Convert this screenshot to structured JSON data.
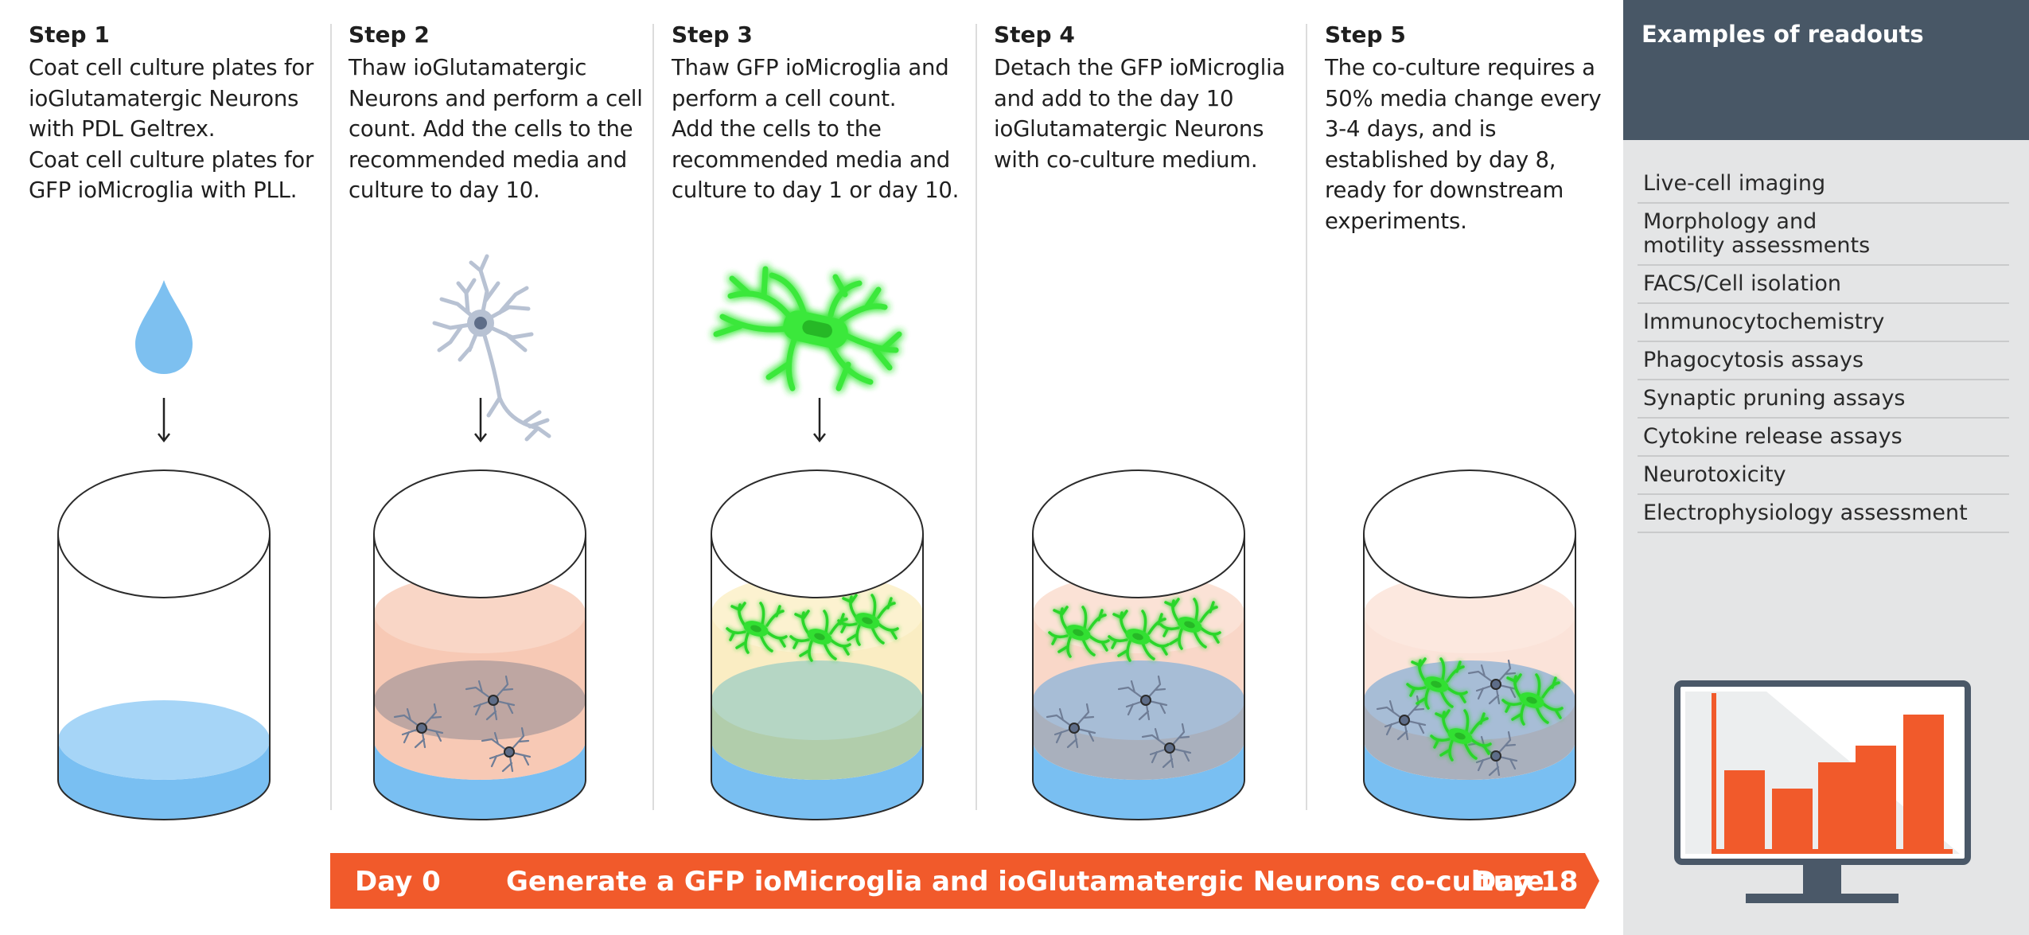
{
  "steps": [
    {
      "title": "Step 1",
      "text": "Coat cell culture plates for\nioGlutamatergic Neurons\nwith PDL Geltrex.\nCoat cell culture plates for\nGFP ioMicroglia with PLL."
    },
    {
      "title": "Step 2",
      "text": "Thaw ioGlutamatergic\nNeurons and perform a cell\ncount. Add the cells to the\nrecommended media and\nculture to day 10."
    },
    {
      "title": "Step 3",
      "text": "Thaw GFP ioMicroglia and\nperform a cell count.\nAdd the cells to the\nrecommended media and\nculture to day 1 or day 10."
    },
    {
      "title": "Step 4",
      "text": "Detach the GFP ioMicroglia\nand add to the day 10\nioGlutamatergic Neurons\nwith co-culture medium."
    },
    {
      "title": "Step 5",
      "text": "The co-culture requires a\n50% media change every\n3-4 days, and is\nestablished by day 8,\nready for downstream\nexperiments."
    }
  ],
  "timeline": {
    "start": "Day 0",
    "label": "Generate a GFP ioMicroglia and ioGlutamatergic Neurons co-culture",
    "end": "Day 18"
  },
  "readouts": {
    "title": "Examples of readouts",
    "items": [
      "Live-cell imaging",
      "Morphology and\nmotility assessments",
      "FACS/Cell isolation",
      "Immunocytochemistry",
      "Phagocytosis assays",
      "Synaptic pruning assays",
      "Cytokine release assays",
      "Neurotoxicity",
      "Electrophysiology assessment"
    ]
  },
  "icons": [
    "droplet-icon",
    "neuron-icon",
    "microglia-icon",
    "arrow-down-icon",
    "monitor-bar-chart-icon"
  ],
  "colors": {
    "accent_orange": "#f15a2b",
    "coating_blue": "#7dc0f0",
    "medium_peach": "#f6c0a8",
    "microglia_green": "#3be83b",
    "panel_dark": "#485766",
    "panel_light": "#e4e5e6"
  }
}
